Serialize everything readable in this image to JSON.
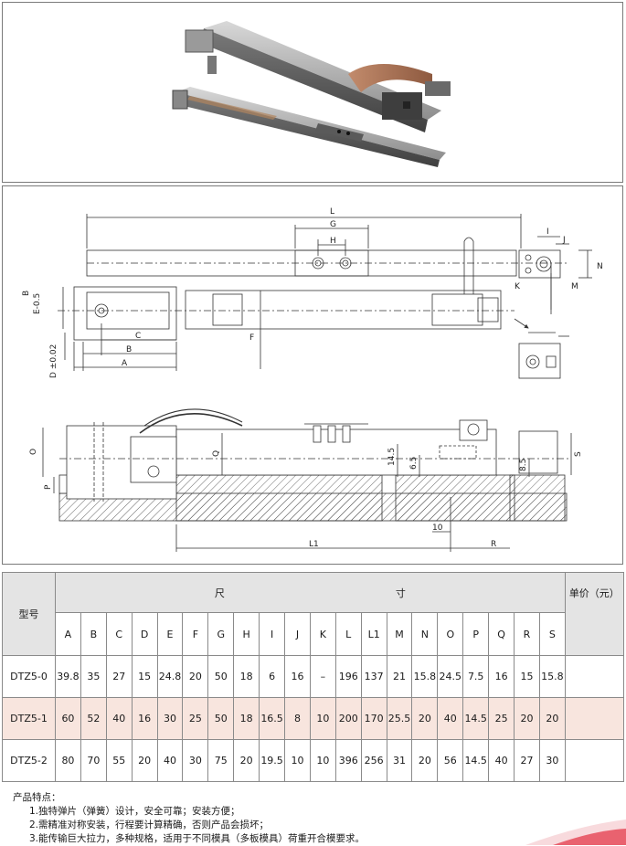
{
  "drawing_labels": {
    "L": "L",
    "G": "G",
    "H": "H",
    "I": "I",
    "J": "J",
    "N": "N",
    "M": "M",
    "K": "K",
    "C": "C",
    "B": "B",
    "A": "A",
    "E": "E",
    "F": "F",
    "B_tol": "B",
    "E_tol": "E-0.5",
    "D_tol": "D ±0.02",
    "Q": "Q",
    "O": "O",
    "P": "P",
    "S": "S",
    "R": "R",
    "L1": "L1",
    "d14_5": "14.5",
    "d6_5": "6.5",
    "d8_5": "8.5",
    "d10": "10"
  },
  "table": {
    "model_header": "型号",
    "size_header_left": "尺",
    "size_header_right": "寸",
    "price_header": "单价（元）",
    "columns": [
      "A",
      "B",
      "C",
      "D",
      "E",
      "F",
      "G",
      "H",
      "I",
      "J",
      "K",
      "L",
      "L1",
      "M",
      "N",
      "O",
      "P",
      "Q",
      "R",
      "S"
    ],
    "rows": [
      {
        "model": "DTZ5-0",
        "values": [
          "39.8",
          "35",
          "27",
          "15",
          "24.8",
          "20",
          "50",
          "18",
          "6",
          "16",
          "–",
          "196",
          "137",
          "21",
          "15.8",
          "24.5",
          "7.5",
          "16",
          "15",
          "15.8"
        ],
        "price": ""
      },
      {
        "model": "DTZ5-1",
        "values": [
          "60",
          "52",
          "40",
          "16",
          "30",
          "25",
          "50",
          "18",
          "16.5",
          "8",
          "10",
          "200",
          "170",
          "25.5",
          "20",
          "40",
          "14.5",
          "25",
          "20",
          "20"
        ],
        "price": ""
      },
      {
        "model": "DTZ5-2",
        "values": [
          "80",
          "70",
          "55",
          "20",
          "40",
          "30",
          "75",
          "20",
          "19.5",
          "10",
          "10",
          "396",
          "256",
          "31",
          "20",
          "56",
          "14.5",
          "40",
          "27",
          "30"
        ],
        "price": ""
      }
    ]
  },
  "features": {
    "title": "产品特点：",
    "items": [
      "1.独特弹片（弹簧）设计，安全可靠；安装方便；",
      "2.需精准对称安装，行程要计算精确，否则产品会损坏；",
      "3.能传输巨大拉力，多种规格，适用于不同模具（多板模具）荷重开合模要求。"
    ]
  },
  "colors": {
    "steel": "#a9a9a9",
    "steel_dark": "#5a5a5a",
    "spring": "#b07a5e",
    "row_highlight": "#f8e5de",
    "header_bg": "#e4e4e4",
    "swoosh": "#e43a4a"
  }
}
